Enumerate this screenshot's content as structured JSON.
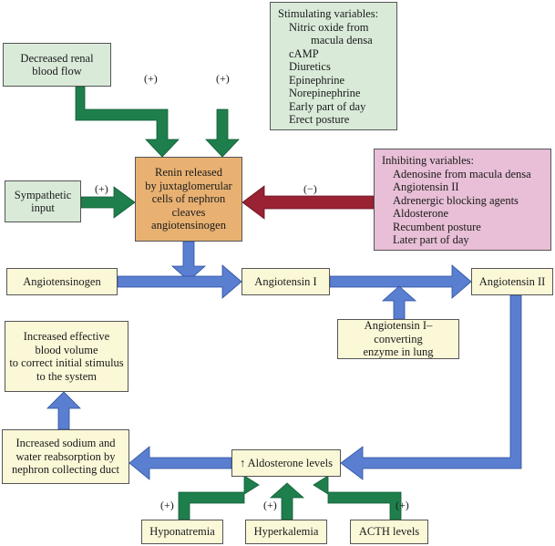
{
  "colors": {
    "green_box": "#d9ead9",
    "green_arrow": "#1f7f4c",
    "pink_box": "#e8bfd6",
    "red_arrow": "#992233",
    "orange_box": "#e8b172",
    "yellow_box": "#fbf8d8",
    "blue_arrow": "#5b7fd0",
    "blue_arrow_edge": "#2a4f9f"
  },
  "nodes": {
    "decreased_renal": [
      "Decreased renal",
      "blood flow"
    ],
    "stimulating": [
      "Stimulating variables:",
      "Nitric oxide from",
      "macula densa",
      "cAMP",
      "Diuretics",
      "Epinephrine",
      "Norepinephrine",
      "Early part of day",
      "Erect posture"
    ],
    "sympathetic": [
      "Sympathetic",
      "input"
    ],
    "renin": [
      "Renin released",
      "by juxtaglomerular",
      "cells of nephron",
      "cleaves",
      "angiotensinogen"
    ],
    "inhibiting": [
      "Inhibiting variables:",
      "Adenosine from macula densa",
      "Angiotensin II",
      "Adrenergic blocking agents",
      "Aldosterone",
      "Recumbent posture",
      "Later part of day"
    ],
    "angiotensinogen": "Angiotensinogen",
    "angiotensin1": "Angiotensin I",
    "angiotensin2": "Angiotensin II",
    "ace": [
      "Angiotensin I–converting",
      "enzyme in lung"
    ],
    "blood_volume": [
      "Increased effective",
      "blood volume",
      "to correct initial stimulus",
      "to the system"
    ],
    "sodium": [
      "Increased sodium and",
      "water reabsorption by",
      "nephron collecting duct"
    ],
    "aldosterone": "↑ Aldosterone levels",
    "hyponatremia": "Hyponatremia",
    "hyperkalemia": "Hyperkalemia",
    "acth": "ACTH levels"
  },
  "signs": {
    "renal": "(+)",
    "stim": "(+)",
    "symp": "(+)",
    "inhib": "(−)",
    "hypo": "(+)",
    "hyper": "(+)",
    "acth": "(+)"
  }
}
